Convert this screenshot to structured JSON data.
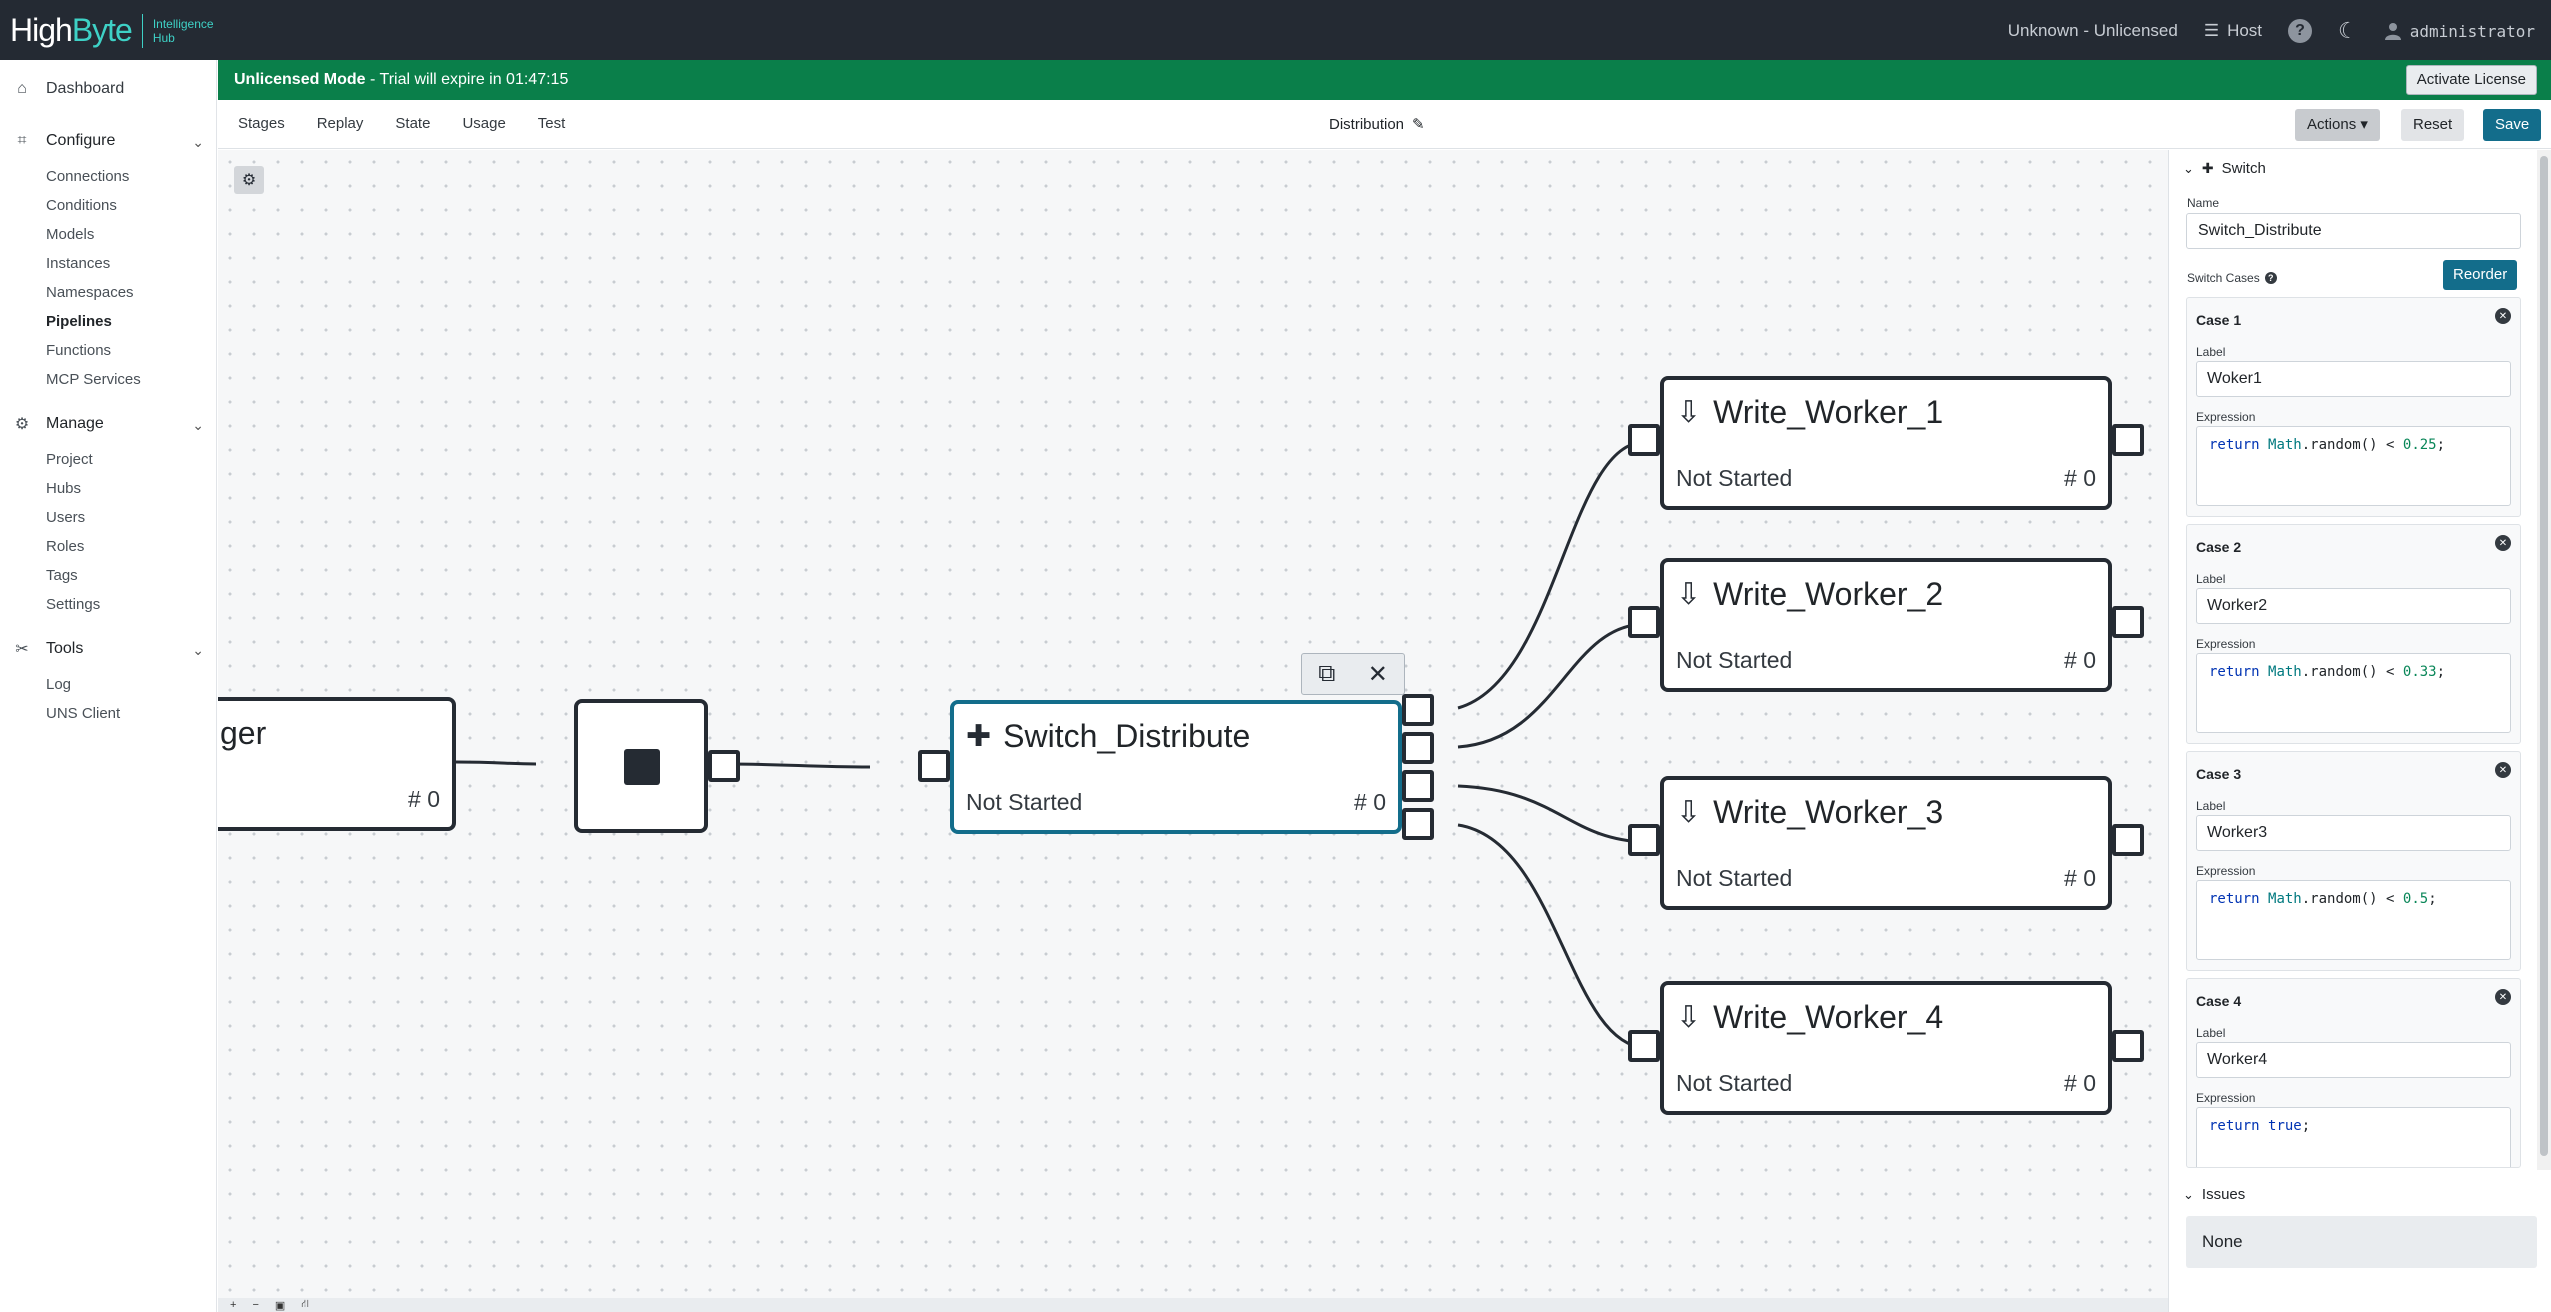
{
  "app": {
    "logo_main": "High",
    "logo_accent": "Byte",
    "logo_sub1": "Intelligence",
    "logo_sub2": "Hub",
    "license_status": "Unknown - Unlicensed",
    "host_label": "Host",
    "user": "administrator",
    "icons": {
      "host": "server-icon",
      "help": "help-icon",
      "theme": "moon-icon",
      "user": "user-icon"
    }
  },
  "sidebar": {
    "dashboard": "Dashboard",
    "configure": {
      "label": "Configure",
      "items": [
        "Connections",
        "Conditions",
        "Models",
        "Instances",
        "Namespaces",
        "Pipelines",
        "Functions",
        "MCP Services"
      ],
      "active": "Pipelines"
    },
    "manage": {
      "label": "Manage",
      "items": [
        "Project",
        "Hubs",
        "Users",
        "Roles",
        "Tags",
        "Settings"
      ]
    },
    "tools": {
      "label": "Tools",
      "items": [
        "Log",
        "UNS Client"
      ]
    }
  },
  "banner": {
    "mode": "Unlicensed Mode",
    "message": " - Trial will expire in 01:47:15",
    "activate_label": "Activate License",
    "color": "#0a7f4a"
  },
  "toolbar": {
    "tabs": [
      "Stages",
      "Replay",
      "State",
      "Usage",
      "Test"
    ],
    "pipeline_name": "Distribution",
    "actions_label": "Actions ▾",
    "reset_label": "Reset",
    "save_label": "Save"
  },
  "canvas": {
    "partial_node": {
      "title": "ger",
      "count": "# 0"
    },
    "switch_node": {
      "title": "Switch_Distribute",
      "status": "Not Started",
      "count": "# 0"
    },
    "workers": [
      {
        "title": "Write_Worker_1",
        "status": "Not Started",
        "count": "# 0"
      },
      {
        "title": "Write_Worker_2",
        "status": "Not Started",
        "count": "# 0"
      },
      {
        "title": "Write_Worker_3",
        "status": "Not Started",
        "count": "# 0"
      },
      {
        "title": "Write_Worker_4",
        "status": "Not Started",
        "count": "# 0"
      }
    ],
    "bottom_tools": [
      "+",
      "−",
      "▣",
      "⛙"
    ]
  },
  "panel": {
    "type_label": "Switch",
    "name_label": "Name",
    "name_value": "Switch_Distribute",
    "cases_label": "Switch Cases",
    "reorder_label": "Reorder",
    "label_caption": "Label",
    "expression_caption": "Expression",
    "cases": [
      {
        "title": "Case 1",
        "label": "Woker1",
        "expr_pre": "return ",
        "expr_obj": "Math",
        "expr_mid": ".random() < ",
        "expr_num": "0.25",
        "expr_end": ";"
      },
      {
        "title": "Case 2",
        "label": "Worker2",
        "expr_pre": "return ",
        "expr_obj": "Math",
        "expr_mid": ".random() < ",
        "expr_num": "0.33",
        "expr_end": ";"
      },
      {
        "title": "Case 3",
        "label": "Worker3",
        "expr_pre": "return ",
        "expr_obj": "Math",
        "expr_mid": ".random() < ",
        "expr_num": "0.5",
        "expr_end": ";"
      },
      {
        "title": "Case 4",
        "label": "Worker4",
        "expr_pre": "return ",
        "expr_obj": "true",
        "expr_mid": "",
        "expr_num": "",
        "expr_end": ";"
      }
    ],
    "issues_label": "Issues",
    "issues_value": "None"
  }
}
